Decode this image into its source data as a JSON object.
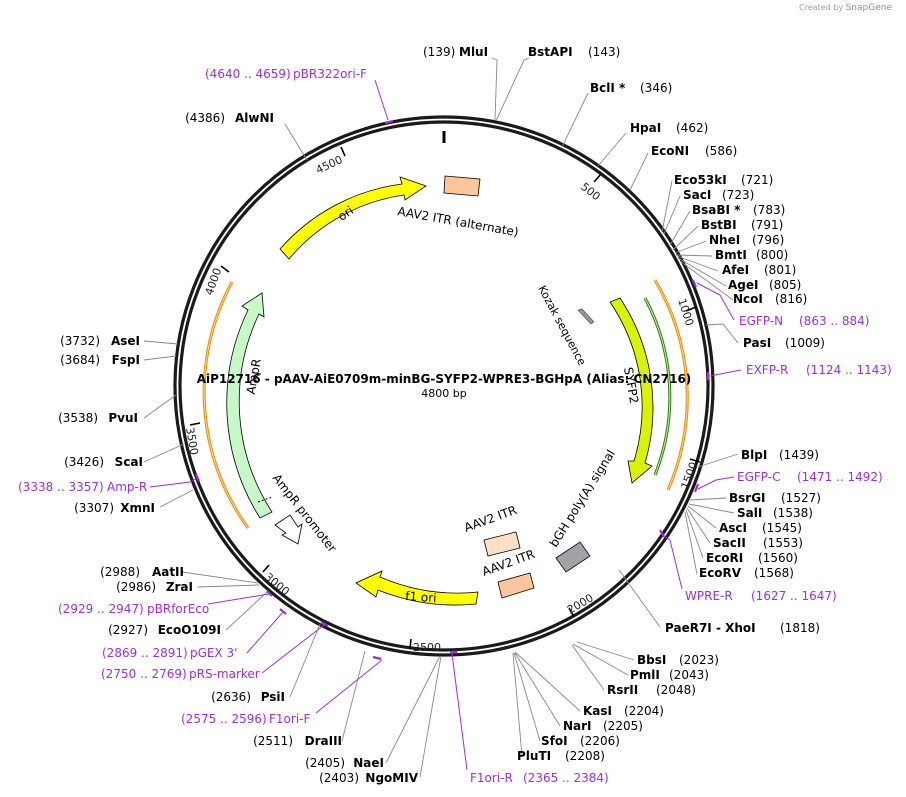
{
  "credit": {
    "prefix": "Created by",
    "brand": "SnapGene"
  },
  "plasmid": {
    "title": "AiP12716 - pAAV-AiE0709m-minBG-SYFP2-WPRE3-BGHpA (Alias: CN2716)",
    "size_label": "4800 bp",
    "length": 4800
  },
  "ticks": [
    "500",
    "1000",
    "1500",
    "2000",
    "2500",
    "3000",
    "3500",
    "4000",
    "4500"
  ],
  "features": [
    {
      "name": "ori",
      "color": "#ffff00"
    },
    {
      "name": "AAV2 ITR (alternate)",
      "color": "#ffc69c"
    },
    {
      "name": "Kozak sequence",
      "color": "#999999"
    },
    {
      "name": "SYFP2",
      "color": "#d9f20a"
    },
    {
      "name": "bGH poly(A) signal",
      "color": "#a0a4a8"
    },
    {
      "name": "AAV2 ITR",
      "color": "#ffe0c4"
    },
    {
      "name": "AAV2 ITR",
      "color": "#ffc69c"
    },
    {
      "name": "f1 ori",
      "color": "#ffff00"
    },
    {
      "name": "AmpR promoter",
      "color": "#ffffff"
    },
    {
      "name": "AmpR",
      "color": "#c8f7c8"
    }
  ],
  "enzymes_top": [
    {
      "pos": "(139)",
      "name": "MluI"
    },
    {
      "pos": "(143)",
      "name": "BstAPI"
    }
  ],
  "enzymes_right": [
    {
      "name": "BclI *",
      "pos": "(346)"
    },
    {
      "name": "HpaI",
      "pos": "(462)"
    },
    {
      "name": "EcoNI",
      "pos": "(586)"
    },
    {
      "name": "Eco53kI",
      "pos": "(721)"
    },
    {
      "name": "SacI",
      "pos": "(723)"
    },
    {
      "name": "BsaBI *",
      "pos": "(783)"
    },
    {
      "name": "BstBI",
      "pos": "(791)"
    },
    {
      "name": "NheI",
      "pos": "(796)"
    },
    {
      "name": "BmtI",
      "pos": "(800)"
    },
    {
      "name": "AfeI",
      "pos": "(801)"
    },
    {
      "name": "AgeI",
      "pos": "(805)"
    },
    {
      "name": "NcoI",
      "pos": "(816)"
    },
    {
      "name": "PasI",
      "pos": "(1009)"
    },
    {
      "name": "BlpI",
      "pos": "(1439)"
    },
    {
      "name": "BsrGI",
      "pos": "(1527)"
    },
    {
      "name": "SalI",
      "pos": "(1538)"
    },
    {
      "name": "AscI",
      "pos": "(1545)"
    },
    {
      "name": "SacII",
      "pos": "(1553)"
    },
    {
      "name": "EcoRI",
      "pos": "(1560)"
    },
    {
      "name": "EcoRV",
      "pos": "(1568)"
    },
    {
      "name": "PaeR7I  -  XhoI",
      "pos": "(1818)"
    },
    {
      "name": "BbsI",
      "pos": "(2023)"
    },
    {
      "name": "PmlI",
      "pos": "(2043)"
    },
    {
      "name": "RsrII",
      "pos": "(2048)"
    },
    {
      "name": "KasI",
      "pos": "(2204)"
    },
    {
      "name": "NarI",
      "pos": "(2205)"
    },
    {
      "name": "SfoI",
      "pos": "(2206)"
    },
    {
      "name": "PluTI",
      "pos": "(2208)"
    }
  ],
  "enzymes_left": [
    {
      "pos": "(4386)",
      "name": "AlwNI"
    },
    {
      "pos": "(3732)",
      "name": "AseI"
    },
    {
      "pos": "(3684)",
      "name": "FspI"
    },
    {
      "pos": "(3538)",
      "name": "PvuI"
    },
    {
      "pos": "(3426)",
      "name": "ScaI"
    },
    {
      "pos": "(3307)",
      "name": "XmnI"
    },
    {
      "pos": "(2988)",
      "name": "AatII"
    },
    {
      "pos": "(2986)",
      "name": "ZraI"
    },
    {
      "pos": "(2927)",
      "name": "EcoO109I"
    },
    {
      "pos": "(2636)",
      "name": "PsiI"
    },
    {
      "pos": "(2511)",
      "name": "DraIII"
    },
    {
      "pos": "(2405)",
      "name": "NaeI"
    },
    {
      "pos": "(2403)",
      "name": "NgoMIV"
    }
  ],
  "primers": [
    {
      "name": "pBR322ori-F",
      "range": "(4640 .. 4659)"
    },
    {
      "name": "EGFP-N",
      "range": "(863 .. 884)"
    },
    {
      "name": "EXFP-R",
      "range": "(1124 .. 1143)"
    },
    {
      "name": "EGFP-C",
      "range": "(1471 .. 1492)"
    },
    {
      "name": "WPRE-R",
      "range": "(1627 .. 1647)"
    },
    {
      "name": "F1ori-R",
      "range": "(2365 .. 2384)"
    },
    {
      "name": "F1ori-F",
      "range": "(2575 .. 2596)"
    },
    {
      "name": "pRS-marker",
      "range": "(2750 .. 2769)"
    },
    {
      "name": "pGEX 3'",
      "range": "(2869 .. 2891)"
    },
    {
      "name": "pBRforEco",
      "range": "(2929 .. 2947)"
    },
    {
      "name": "Amp-R",
      "range": "(3338 .. 3357)"
    }
  ],
  "colors": {
    "primer": "#9b30d9",
    "backbone": "#1a1a1a",
    "leader": "#888888",
    "feature_outline": "#000000"
  }
}
